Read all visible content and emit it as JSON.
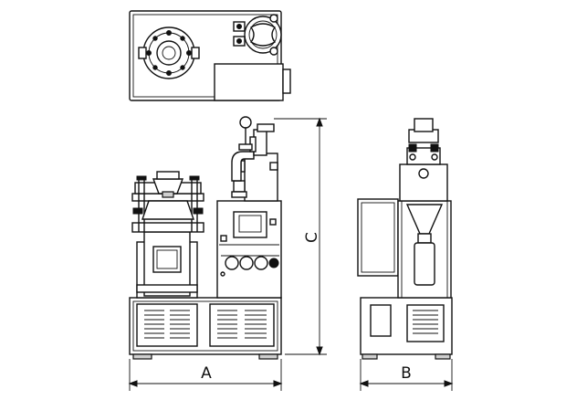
{
  "dimensions": {
    "width_label": "A",
    "depth_label": "B",
    "height_label": "C"
  },
  "views": [
    "top-view",
    "front-view",
    "side-view"
  ]
}
